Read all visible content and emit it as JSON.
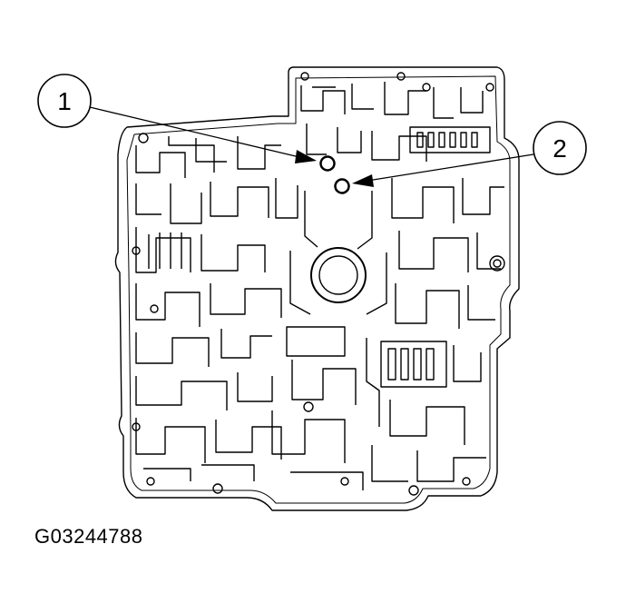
{
  "callouts": [
    {
      "label": "1"
    },
    {
      "label": "2"
    }
  ],
  "figure_id": "G03244788",
  "colors": {
    "line": "#000000",
    "background": "#ffffff"
  }
}
